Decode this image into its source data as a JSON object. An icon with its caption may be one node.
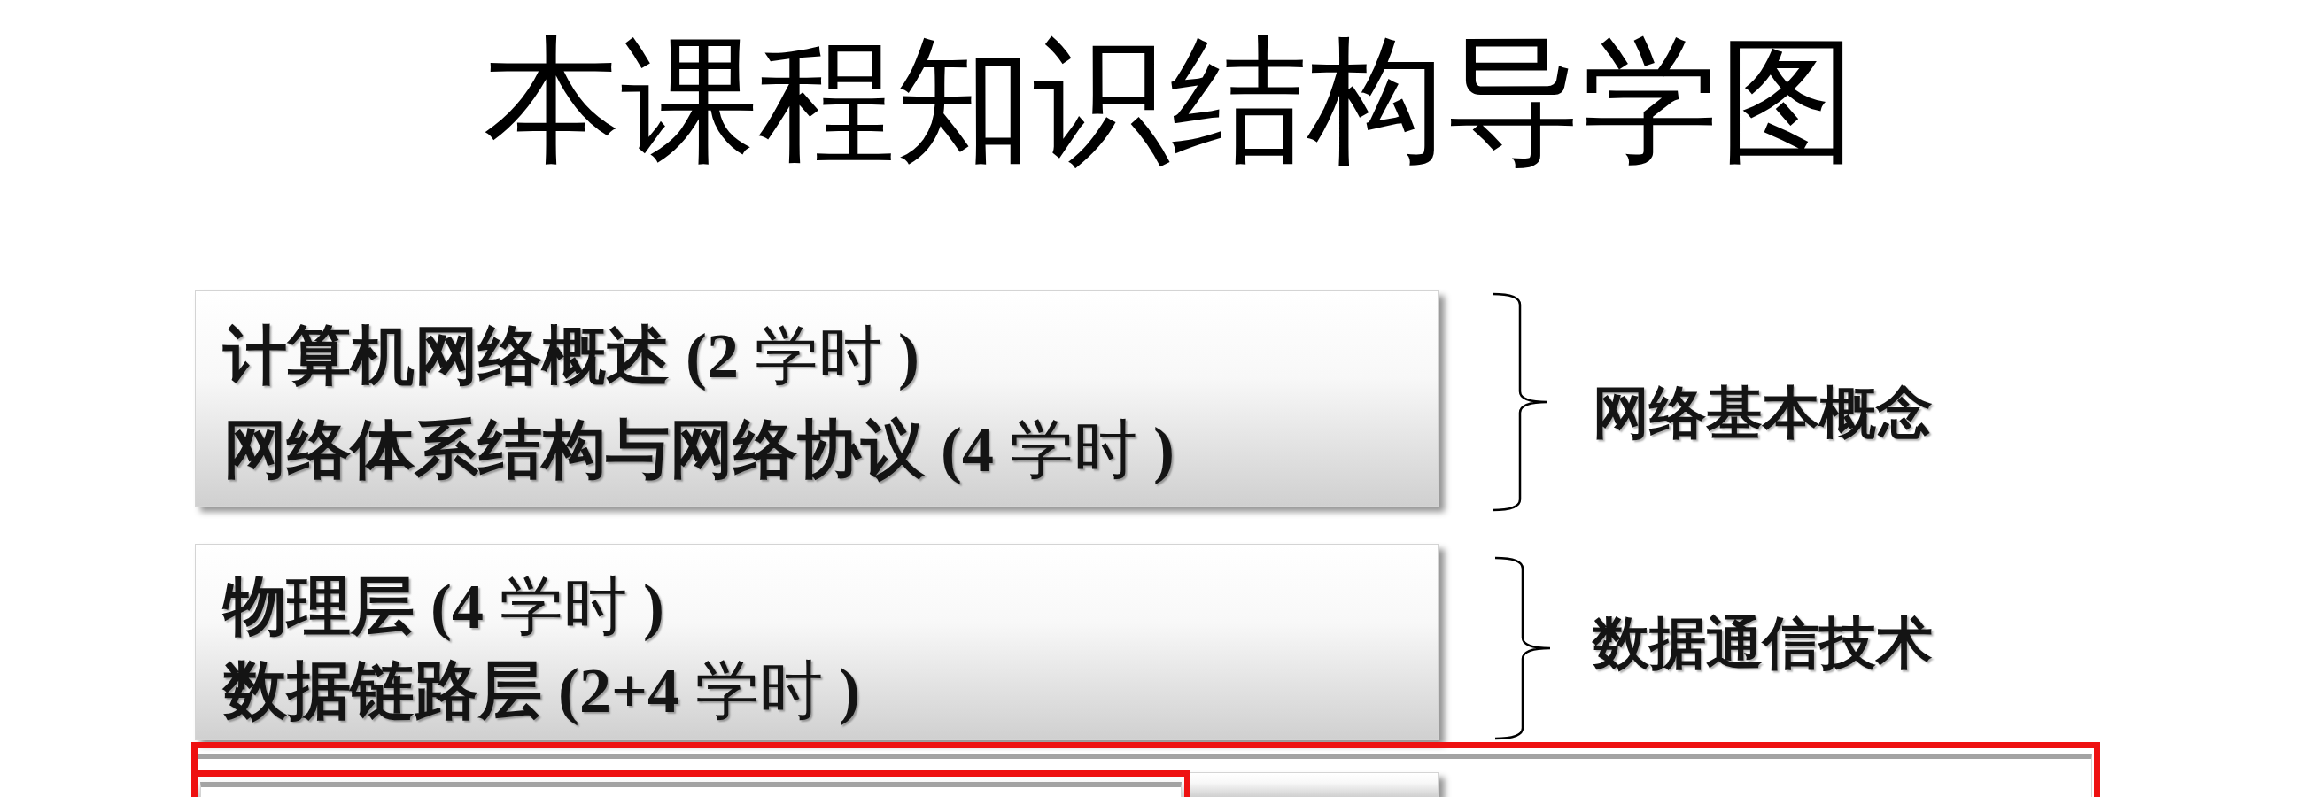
{
  "diagram": {
    "title": "本课程知识结构导学图",
    "nodes": [
      {
        "text": [
          "**计算机网络概述 (2** 学时 **)**",
          "**网络体系结构与网络协议 (4** 学时 **)**"
        ]
      },
      {
        "text": [
          "**物理层 (4** 学时 **)**",
          "**数据链路层 (2+4** 学时 **)**"
        ]
      },
      {
        "text": [],
        "shape": "box"
      },
      {
        "text": [],
        "shape": "box",
        "in": 2
      },
      {
        "text": [],
        "shape": "box",
        "in": 3
      }
    ],
    "labels": [
      "网络基本概念",
      "数据通信技术"
    ]
  }
}
